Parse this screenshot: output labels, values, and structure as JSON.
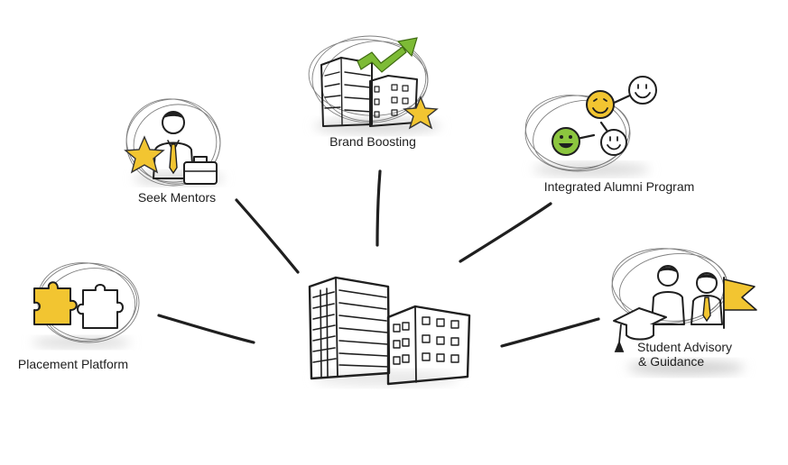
{
  "nodes": {
    "center": {
      "label": ""
    },
    "brand": {
      "label": "Brand Boosting",
      "icon": "building-growth-icon"
    },
    "mentors": {
      "label": "Seek Mentors",
      "icon": "mentor-star-briefcase-icon"
    },
    "alumni": {
      "label": "Integrated Alumni Program",
      "icon": "smiley-network-icon"
    },
    "placement": {
      "label": "Placement Platform",
      "icon": "puzzle-pieces-icon"
    },
    "advisory": {
      "line1": "Student Advisory",
      "line2": "& Guidance",
      "icon": "graduation-people-flag-icon"
    }
  },
  "colors": {
    "accent_yellow": "#f2c531",
    "smiley_green": "#8cc63f",
    "arrow_green": "#7dbb36",
    "ink": "#1f1f1f"
  }
}
